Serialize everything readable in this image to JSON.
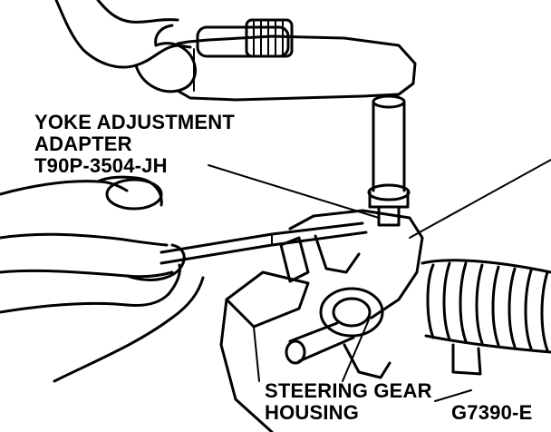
{
  "labels": {
    "yoke_line1": "YOKE ADJUSTMENT",
    "yoke_line2": "ADAPTER",
    "yoke_line3": "T90P-3504-JH",
    "housing_line1": "STEERING GEAR",
    "housing_line2": "HOUSING",
    "figure_code": "G7390-E"
  },
  "colors": {
    "ink": "#000000",
    "paper": "#ffffff"
  }
}
